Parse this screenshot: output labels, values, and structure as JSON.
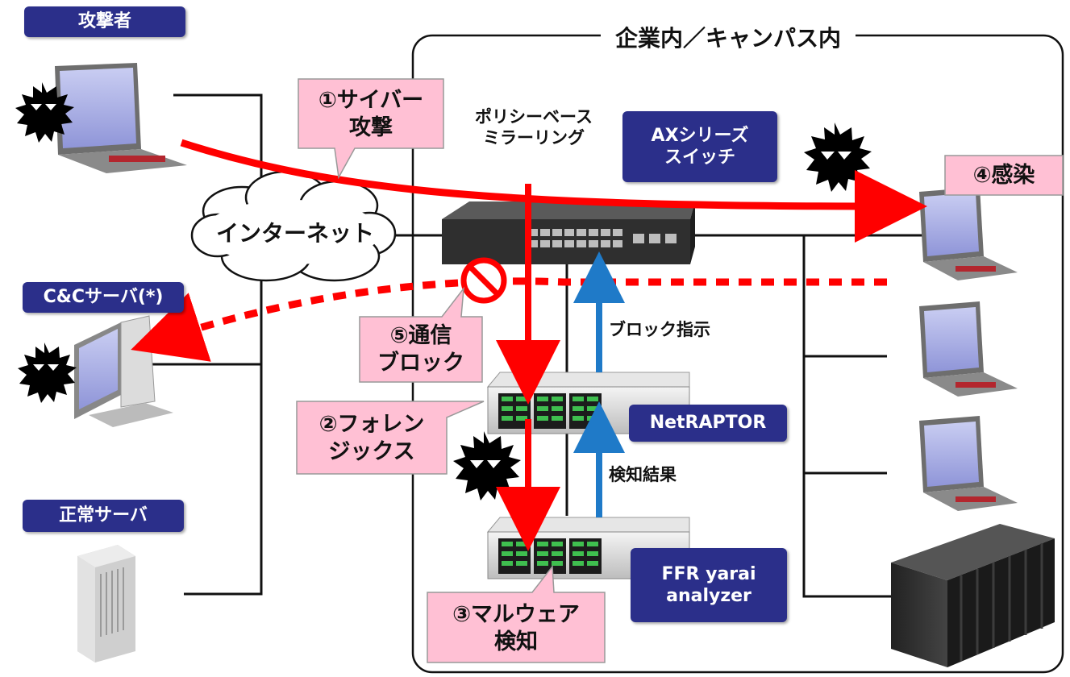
{
  "region": {
    "title": "企業内／キャンパス内"
  },
  "labels": {
    "attacker": "攻撃者",
    "cc_server": "C&Cサーバ(*)",
    "normal_server": "正常サーバ",
    "ax_switch": "AXシリーズ\nスイッチ",
    "netraptor": "NetRAPTOR",
    "ffr": "FFR yarai\nanalyzer",
    "mirroring": "ポリシーベース\nミラーリング",
    "block_instruction": "ブロック指示",
    "detection_result": "検知結果",
    "internet": "インターネット"
  },
  "callouts": {
    "step1": "①サイバー\n攻撃",
    "step2": "②フォレン\nジックス",
    "step3": "③マルウェア\n検知",
    "step4": "④感染",
    "step5": "⑤通信\nブロック"
  },
  "colors": {
    "navy": "#2b2f8a",
    "callout_fill": "#ffc0d4",
    "attack_red": "#ff0000",
    "signal_blue": "#1f7ac8"
  }
}
